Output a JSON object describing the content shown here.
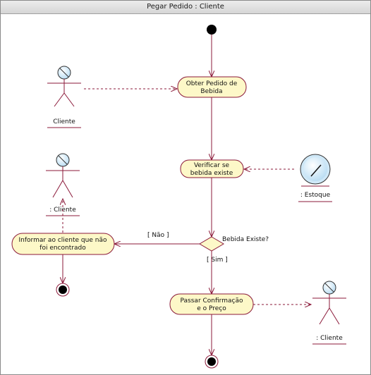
{
  "window": {
    "title": "Pegar Pedido : Cliente"
  },
  "diagram": {
    "actors": {
      "cliente_top": "Cliente",
      "cliente_left": ": Cliente",
      "cliente_bottom": ": Cliente"
    },
    "entity": {
      "estoque": ": Estoque"
    },
    "activities": {
      "obter_l1": "Obter Pedido de",
      "obter_l2": "Bebida",
      "verificar_l1": "Verificar se",
      "verificar_l2": "bebida existe",
      "informar_l1": "Informar ao cliente que não",
      "informar_l2": "foi encontrado",
      "passar_l1": "Passar Confirmação",
      "passar_l2": "e o Preço"
    },
    "decision": {
      "label": "Bebida Existe?"
    },
    "guards": {
      "nao": "[ Não ]",
      "sim": "[ Sim ]"
    },
    "colors": {
      "activity_fill": "#fdf8c8",
      "stroke": "#8b1a3a",
      "entity_fill": "#cfe8f7"
    }
  }
}
